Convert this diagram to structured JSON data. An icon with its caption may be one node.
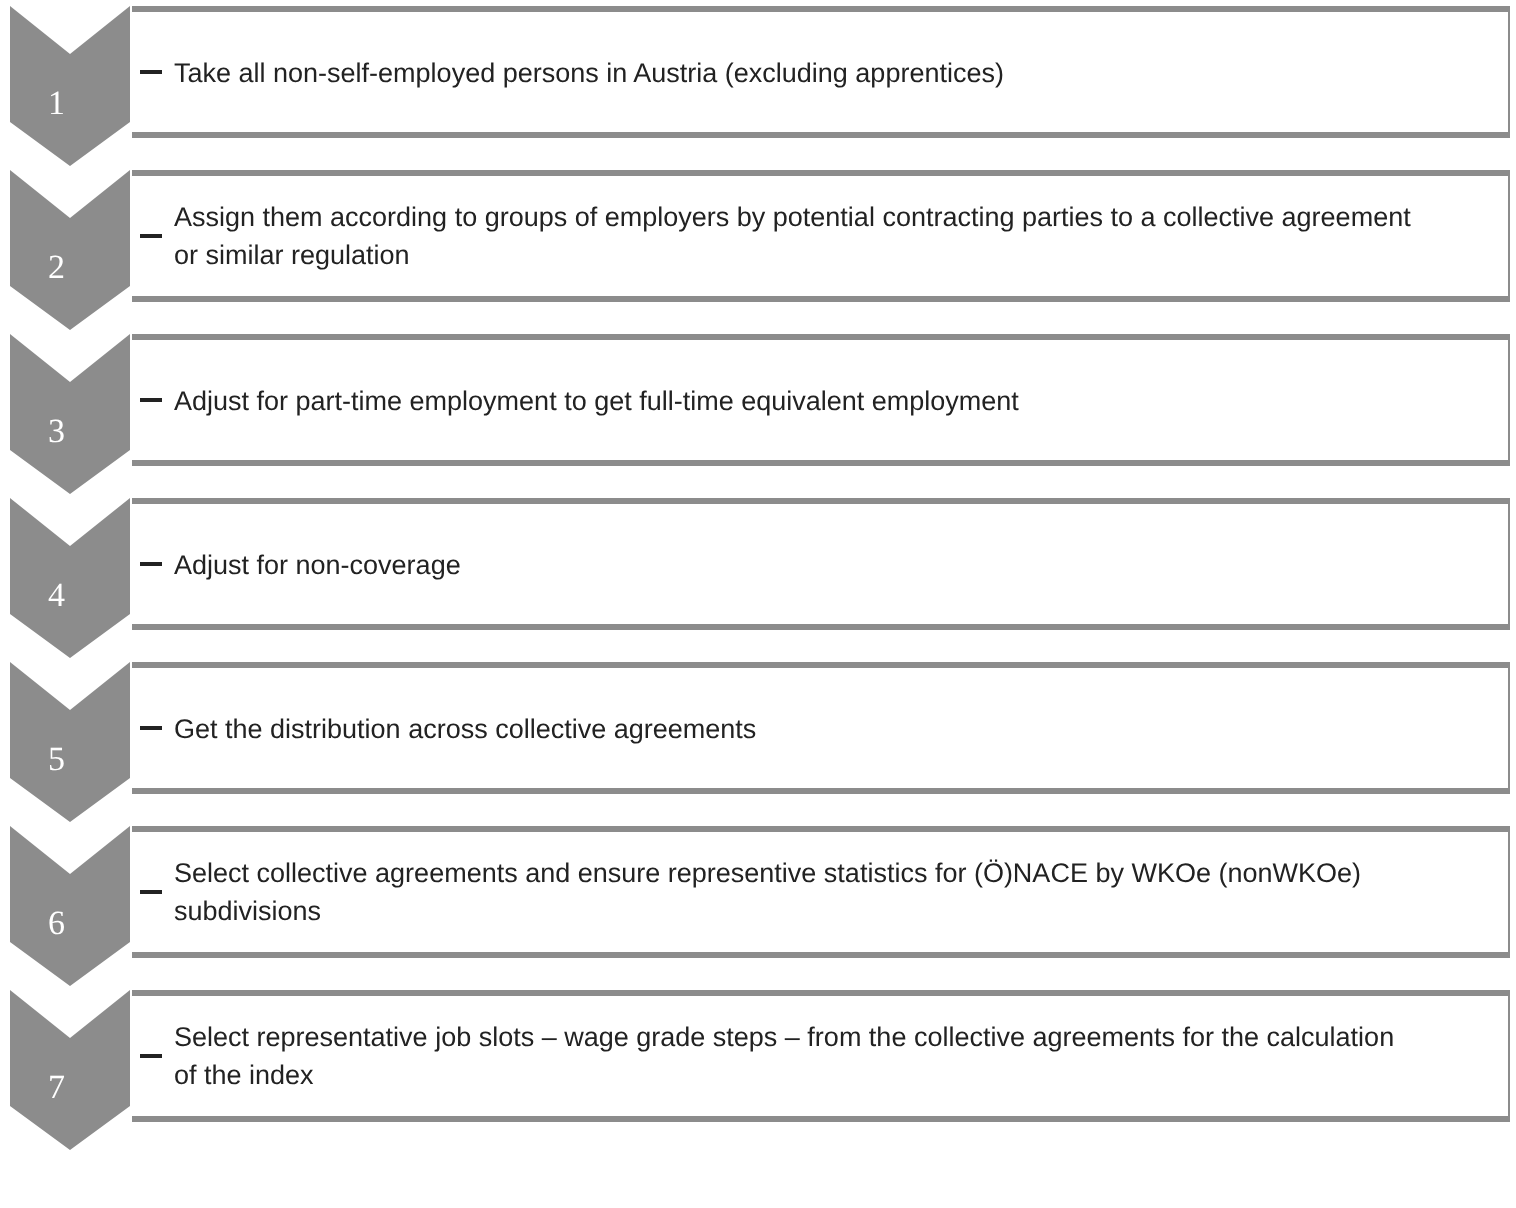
{
  "diagram": {
    "nodes": [
      {
        "text": [
          "1"
        ]
      },
      {
        "text": [
          "Take all non-self-employed persons in Austria (excluding apprentices)"
        ]
      },
      {
        "text": [
          "2"
        ]
      },
      {
        "text": [
          "Assign them according to groups of employers by potential contracting parties to a collective agreement or similar regulation"
        ]
      },
      {
        "text": [
          "3"
        ]
      },
      {
        "text": [
          "Adjust for part-time employment to get full-time equivalent employment"
        ]
      },
      {
        "text": [
          "4"
        ]
      },
      {
        "text": [
          "Adjust for non-coverage"
        ]
      },
      {
        "text": [
          "5"
        ]
      },
      {
        "text": [
          "Get the distribution across collective agreements"
        ]
      },
      {
        "text": [
          "6"
        ]
      },
      {
        "text": [
          "Select collective agreements and ensure representive statistics for (Ö)NACE by WKOe (nonWKOe) subdivisions"
        ]
      },
      {
        "text": [
          "7"
        ]
      },
      {
        "text": [
          "Select representative job slots – wage grade steps – from the collective agreements for the calculation of the index"
        ]
      }
    ]
  }
}
